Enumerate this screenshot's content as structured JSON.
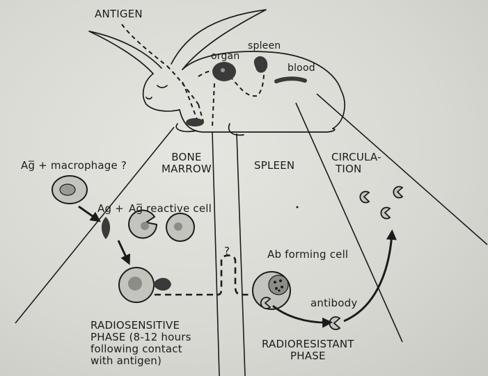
{
  "rabbit": {
    "antigen": "ANTIGEN",
    "organ": "organ",
    "spleen": "spleen",
    "blood": "blood"
  },
  "regions": {
    "bone_marrow": [
      "BONE",
      "MARROW"
    ],
    "spleen": "SPLEEN",
    "circulation": [
      "CIRCULA-",
      "TION"
    ]
  },
  "process": {
    "ag_macrophage": "Ag̅ + macrophage ?",
    "ag_plus": "Ag +",
    "ag_reactive_cell": "Ag̅ reactive cell",
    "question": "?",
    "ab_forming_cell": "Ab forming cell",
    "antibody": "antibody"
  },
  "phases": {
    "radiosensitive": [
      "RADIOSENSITIVE",
      "PHASE (8-12 hours",
      "following contact",
      "with antigen)"
    ],
    "radioresistant": [
      "RADIORESISTANT",
      "PHASE"
    ]
  },
  "colors": {
    "ink": "#1b1b1b",
    "background": "#d9d9d4",
    "organ_fill": "#3a3a3a",
    "cell_fill": "#b9b9b4",
    "cell_nucleus": "#8d8d88"
  }
}
